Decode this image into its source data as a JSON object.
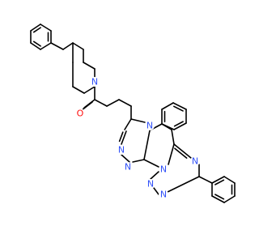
{
  "molecule": {
    "atom_labels": {
      "piperidine_n": "N",
      "carbonyl_o": "O",
      "triazole_n_upper": "N",
      "triazole_n_left1": "N",
      "triazole_n_left2": "N",
      "triazole_n_bridge": "N",
      "triazole2_n_right": "N",
      "triazole2_n_bottom1": "N",
      "triazole2_n_bottom2": "N"
    },
    "colors": {
      "bond": "#000000",
      "nitrogen": "#3050F8",
      "oxygen": "#FF0D0D"
    }
  }
}
